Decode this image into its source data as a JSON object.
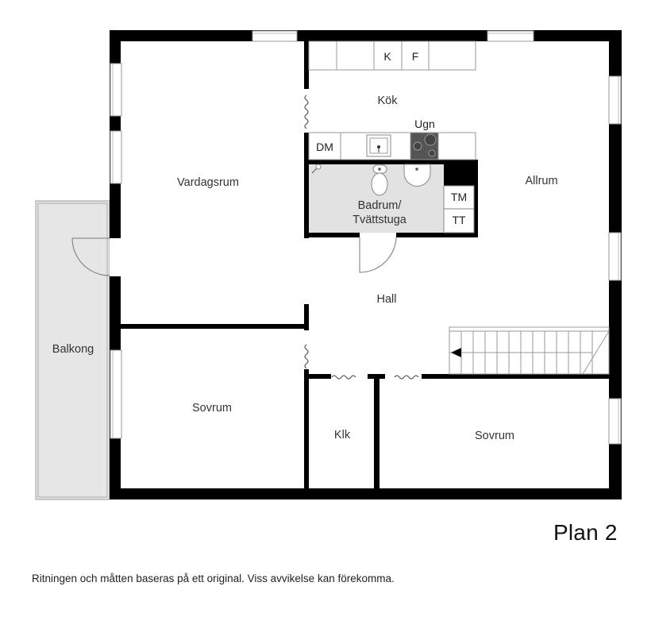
{
  "plan": {
    "title": "Plan 2",
    "disclaimer": "Ritningen och måtten baseras på ett original. Viss avvikelse kan förekomma."
  },
  "colors": {
    "wall": "#000000",
    "wet_room_fill": "#e2e2e2",
    "balcony_fill": "#e6e6e6",
    "stove_fill": "#555555",
    "line": "#888888"
  },
  "rooms": {
    "vardagsrum": "Vardagsrum",
    "kok": "Kök",
    "allrum": "Allrum",
    "badrum_line1": "Badrum/",
    "badrum_line2": "Tvättstuga",
    "hall": "Hall",
    "balkong": "Balkong",
    "sovrum_left": "Sovrum",
    "klk": "Klk",
    "sovrum_right": "Sovrum"
  },
  "fixtures": {
    "kyl": "K",
    "frys": "F",
    "ugn": "Ugn",
    "diskmaskin": "DM",
    "tvattmaskin": "TM",
    "torktumlare": "TT"
  }
}
